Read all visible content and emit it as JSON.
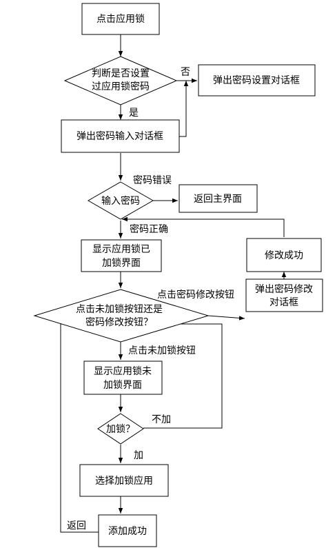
{
  "nodes": {
    "click_app_lock": "点击应用锁",
    "is_password_set_1": "判断是否设置",
    "is_password_set_2": "过应用锁密码",
    "set_password_dialog": "弹出密码设置对话框",
    "password_input_dialog": "弹出密码输入对话框",
    "enter_password": "输入密码",
    "return_home": "返回主界面",
    "show_locked_1": "显示应用锁已",
    "show_locked_2": "加锁界面",
    "modify_success": "修改成功",
    "which_button_1": "点击未加锁按钮还是",
    "which_button_2": "密码修改按钮？",
    "change_password_dialog_1": "弹出密码修改",
    "change_password_dialog_2": "对话框",
    "show_unlocked_1": "显示应用锁未",
    "show_unlocked_2": "加锁界面",
    "lock_question": "加锁？",
    "select_app_to_lock": "选择加锁应用",
    "add_success": "添加成功"
  },
  "edge_labels": {
    "no": "否",
    "yes": "是",
    "password_wrong": "密码错误",
    "password_correct": "密码正确",
    "click_change_password_button": "点击密码修改按钮",
    "click_unlocked_button": "点击未加锁按钮",
    "dont_lock": "不加",
    "lock": "加",
    "back": "返回"
  }
}
